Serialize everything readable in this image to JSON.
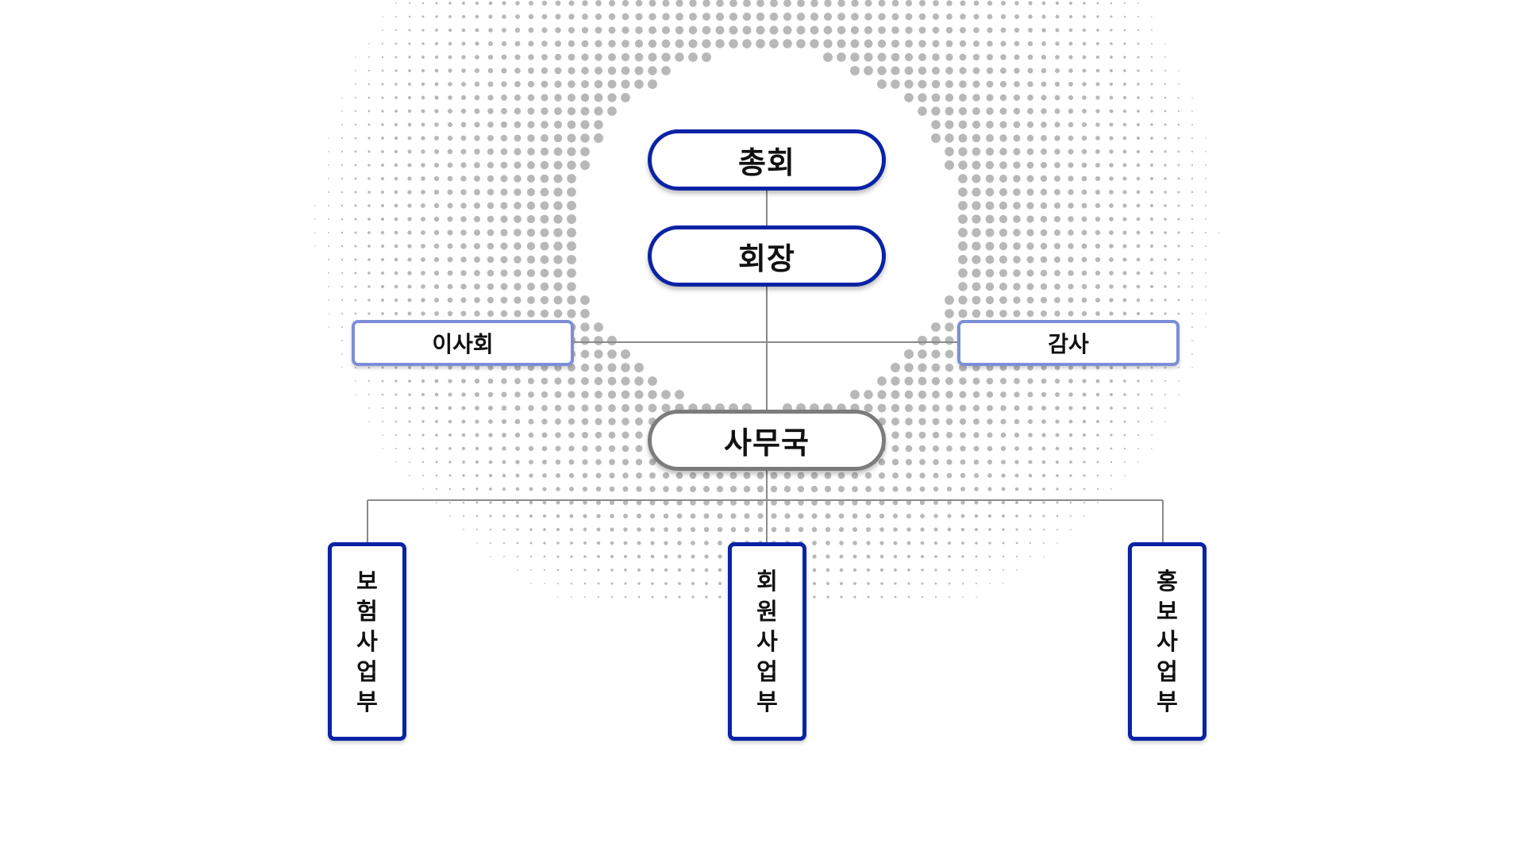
{
  "org_chart": {
    "general_assembly": "총회",
    "chairman": "회장",
    "board": "이사회",
    "auditor": "감사",
    "secretariat": "사무국",
    "departments": [
      {
        "label": "보험사업부"
      },
      {
        "label": "회원사업부"
      },
      {
        "label": "홍보사업부"
      }
    ]
  },
  "colors": {
    "primary_border": "#0a23a5",
    "side_border": "#7c8ed6",
    "secretariat_border": "#7c7c7c",
    "connector": "#8a8a8a",
    "dots": "#b8b8b8"
  }
}
